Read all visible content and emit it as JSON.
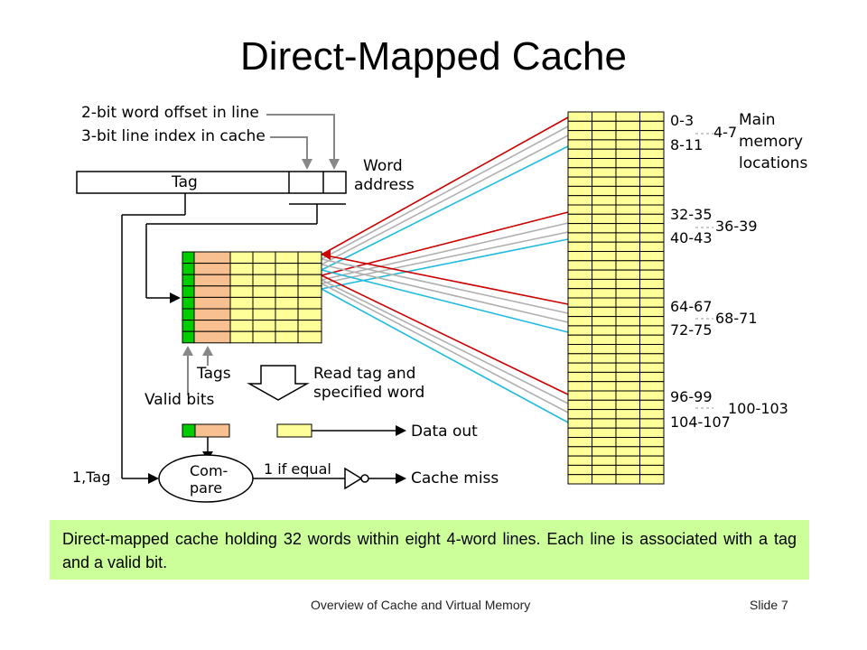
{
  "title": "Direct-Mapped Cache",
  "labels": {
    "word_offset": "2-bit word offset in line",
    "line_index": "3-bit line index in cache",
    "tag": "Tag",
    "word_address_1": "Word",
    "word_address_2": "address",
    "tags": "Tags",
    "valid_bits": "Valid bits",
    "read_tag_1": "Read tag and",
    "read_tag_2": "specified word",
    "data_out": "Data out",
    "one_tag": "1,Tag",
    "compare_1": "Com-",
    "compare_2": "pare",
    "one_if_equal": "1 if equal",
    "cache_miss": "Cache miss",
    "main_memory_1": "Main",
    "main_memory_2": "memory",
    "main_memory_3": "locations"
  },
  "memory_ranges": {
    "r0": "0-3",
    "r1": "4-7",
    "r2": "8-11",
    "r3": "32-35",
    "r4": "36-39",
    "r5": "40-43",
    "r6": "64-67",
    "r7": "68-71",
    "r8": "72-75",
    "r9": "96-99",
    "r10": "100-103",
    "r11": "104-107"
  },
  "caption": "Direct-mapped cache holding 32 words within eight 4-word lines. Each line is associated with a tag and a valid bit.",
  "footer": {
    "center": "Overview of Cache and Virtual Memory",
    "slide": "Slide 7"
  },
  "colors": {
    "valid_green": "#00cc00",
    "tag_salmon": "#f8c090",
    "data_yellow": "#ffff99",
    "line_red": "#cc0000",
    "line_gray": "#b0b0b0",
    "line_cyan": "#22bbdd",
    "caption_bg": "#ccff99"
  }
}
